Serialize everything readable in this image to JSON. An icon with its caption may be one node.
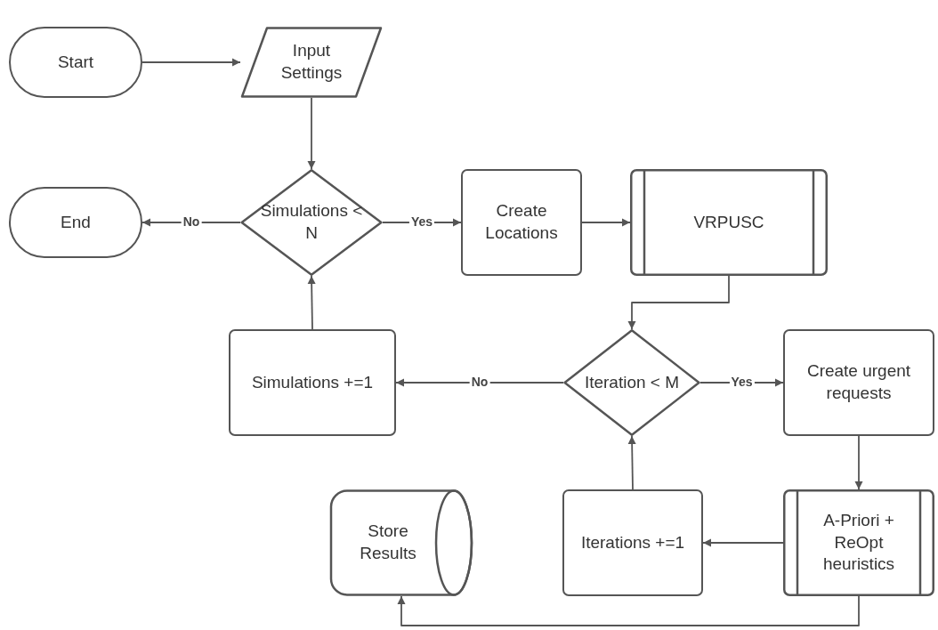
{
  "diagram": {
    "nodes": [
      {
        "text": [
          "Start"
        ]
      },
      {
        "text": [
          "Input Settings"
        ]
      },
      {
        "text": [
          "Simulations < N"
        ]
      },
      {
        "text": [
          "End"
        ]
      },
      {
        "text": [
          "Create Locations"
        ]
      },
      {
        "text": [
          "VRPUSC"
        ]
      },
      {
        "text": [
          "Iteration < M"
        ]
      },
      {
        "text": [
          "Simulations +=1"
        ]
      },
      {
        "text": [
          "Create urgent requests"
        ]
      },
      {
        "text": [
          "A-Priori + ReOpt heuristics"
        ]
      },
      {
        "text": [
          "Iterations +=1"
        ]
      },
      {
        "text": [
          "Store Results"
        ]
      }
    ],
    "edges": [
      {
        "from": 0,
        "to": 1,
        "arrow": "to"
      },
      {
        "from": 1,
        "to": 2,
        "arrow": "to"
      },
      {
        "from": 2,
        "to": 3,
        "arrow": "to",
        "label": "No"
      },
      {
        "from": 2,
        "to": 4,
        "arrow": "to",
        "label": "Yes"
      },
      {
        "from": 4,
        "to": 5,
        "arrow": "to"
      },
      {
        "from": 5,
        "to": 6,
        "arrow": "to"
      },
      {
        "from": 6,
        "to": 7,
        "arrow": "to",
        "label": "No"
      },
      {
        "from": 6,
        "to": 8,
        "arrow": "to",
        "label": "Yes"
      },
      {
        "from": 8,
        "to": 9,
        "arrow": "to"
      },
      {
        "from": 9,
        "to": 10,
        "arrow": "to"
      },
      {
        "from": 10,
        "to": 6,
        "arrow": "to"
      },
      {
        "from": 7,
        "to": 2,
        "arrow": "to"
      },
      {
        "from": 9,
        "to": 11,
        "arrow": "to"
      }
    ]
  }
}
